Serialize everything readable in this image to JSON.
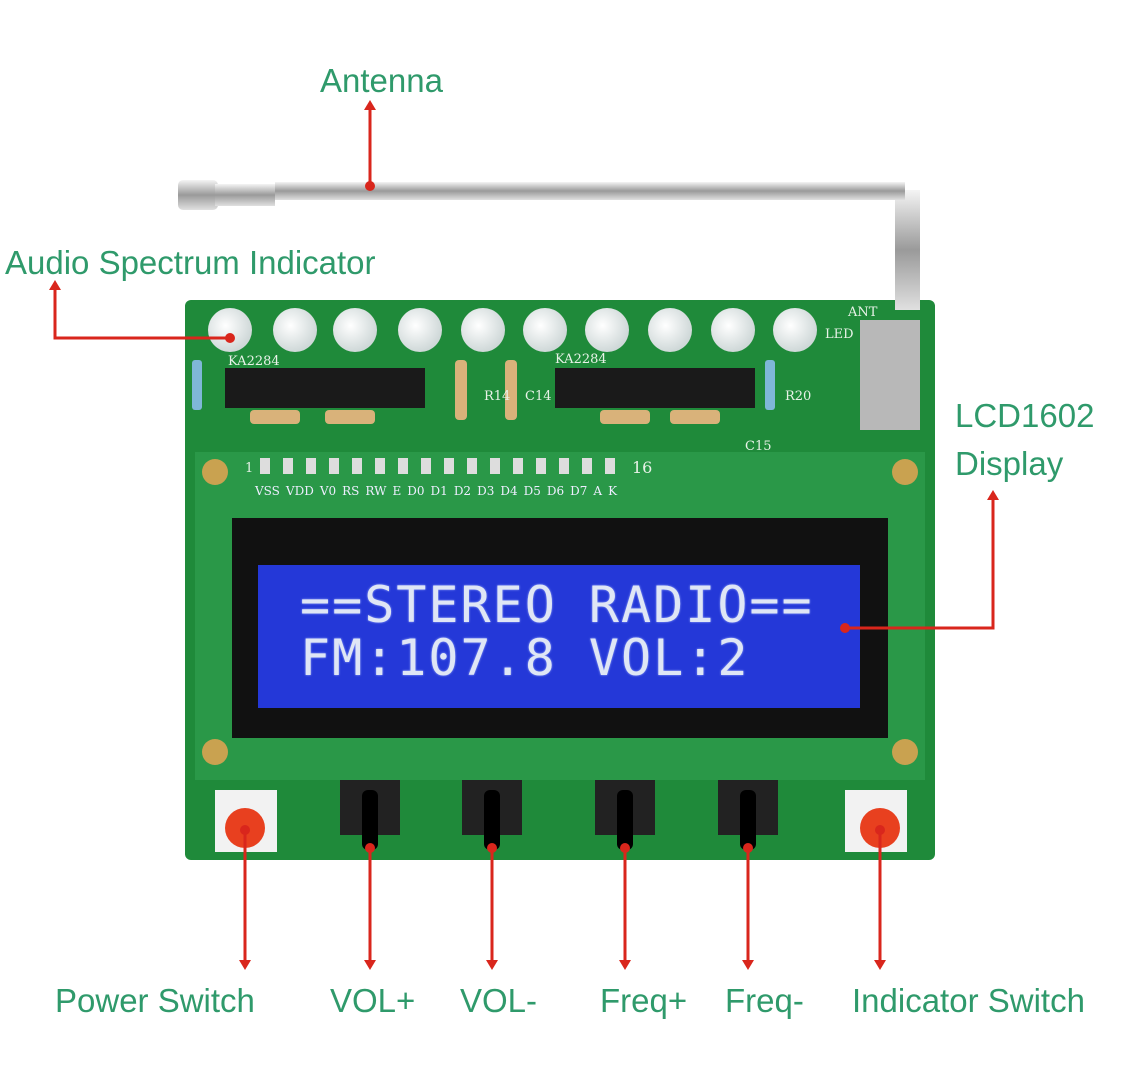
{
  "labels": {
    "antenna": "Antenna",
    "audio_spectrum": "Audio Spectrum Indicator",
    "lcd_line1": "LCD1602",
    "lcd_line2": "Display",
    "power_switch": "Power Switch",
    "vol_plus": "VOL+",
    "vol_minus": "VOL-",
    "freq_plus": "Freq+",
    "freq_minus": "Freq-",
    "indicator_switch": "Indicator Switch"
  },
  "lcd": {
    "line1": "==STEREO RADIO==",
    "line2": "FM:107.8 VOL:2"
  },
  "pcb": {
    "ic_left": "KA2284",
    "ic_right": "KA2284",
    "r14": "R14",
    "c14": "C14",
    "r20": "R20",
    "c15": "C15",
    "ant": "ANT",
    "led": "LED",
    "pin_first": "1",
    "pin_last": "16",
    "pins": [
      "VSS",
      "VDD",
      "V0",
      "RS",
      "RW",
      "E",
      "D0",
      "D1",
      "D2",
      "D3",
      "D4",
      "D5",
      "D6",
      "D7",
      "A",
      "K"
    ]
  },
  "colors": {
    "label": "#2f9a6b",
    "arrow": "#d9261c",
    "pcb": "#1f8a3a",
    "lcd": "#2438d8"
  }
}
